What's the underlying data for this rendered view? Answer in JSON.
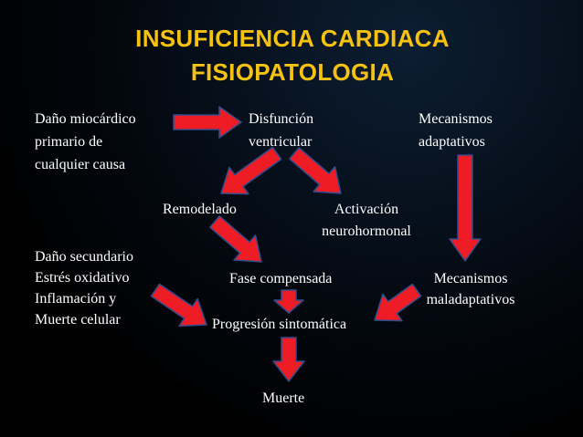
{
  "title": {
    "line1": "INSUFICIENCIA CARDIACA",
    "line2": "FISIOPATOLOGIA"
  },
  "nodes": {
    "dano_miocardico": [
      "Daño miocárdico",
      "primario de",
      "cualquier causa"
    ],
    "disfuncion": [
      "Disfunción",
      "ventricular"
    ],
    "mecanismos_adaptativos": [
      "Mecanismos",
      "adaptativos"
    ],
    "remodelado": [
      "Remodelado"
    ],
    "activacion": [
      "Activación",
      "neurohormonal"
    ],
    "dano_secundario": [
      "Daño secundario",
      "Estrés oxidativo",
      "Inflamación y",
      "Muerte celular"
    ],
    "fase_compensada": [
      "Fase compensada"
    ],
    "mecanismos_maladaptativos": [
      "Mecanismos",
      "maladaptativos"
    ],
    "progresion": [
      "Progresión sintomática"
    ],
    "muerte": [
      "Muerte"
    ]
  },
  "colors": {
    "arrow_fill": "#ee1c24",
    "arrow_stroke": "#2f4d8c",
    "title": "#f6c211",
    "text": "#ffffff",
    "background": "#000000"
  }
}
